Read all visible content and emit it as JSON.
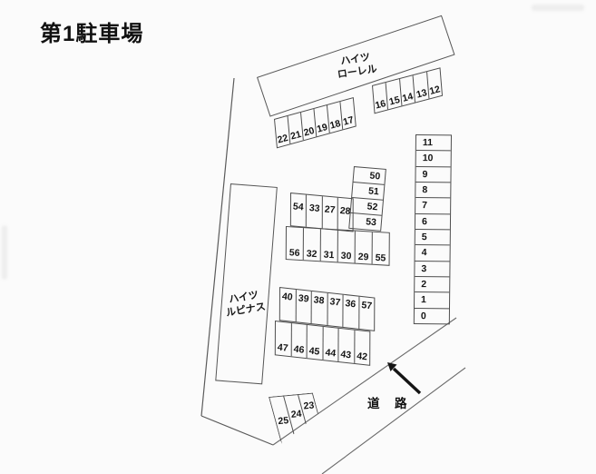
{
  "page": {
    "title": "第1駐車場",
    "road_label": "道  路",
    "colors": {
      "paper": "#fbfbfb",
      "ink": "#4e4e4e",
      "arrow": "#151515"
    }
  },
  "buildings": {
    "laurel": {
      "line1": "ハイツ",
      "line2": "ローレル"
    },
    "lupinus": {
      "line1": "ハイツ",
      "line2": "ルピナス"
    }
  },
  "stall_groups": {
    "laurel_left": [
      "22",
      "21",
      "20",
      "19",
      "18",
      "17"
    ],
    "laurel_right": [
      "16",
      "15",
      "14",
      "13",
      "12"
    ],
    "east_column": [
      "11",
      "10",
      "9",
      "8",
      "7",
      "6",
      "5",
      "4",
      "3",
      "2",
      "1",
      "0"
    ],
    "center_column": [
      "50",
      "51",
      "52",
      "53"
    ],
    "center_upper_row": [
      "54",
      "33",
      "27",
      "28"
    ],
    "center_mid_row": [
      "56",
      "32",
      "31",
      "30",
      "29",
      "55"
    ],
    "center_lower_block_top": [
      "40",
      "39",
      "38",
      "37",
      "36",
      "57"
    ],
    "center_lower_block_bottom": [
      "47",
      "46",
      "45",
      "44",
      "43",
      "42"
    ],
    "south_row": [
      "25",
      "24",
      "23"
    ]
  }
}
